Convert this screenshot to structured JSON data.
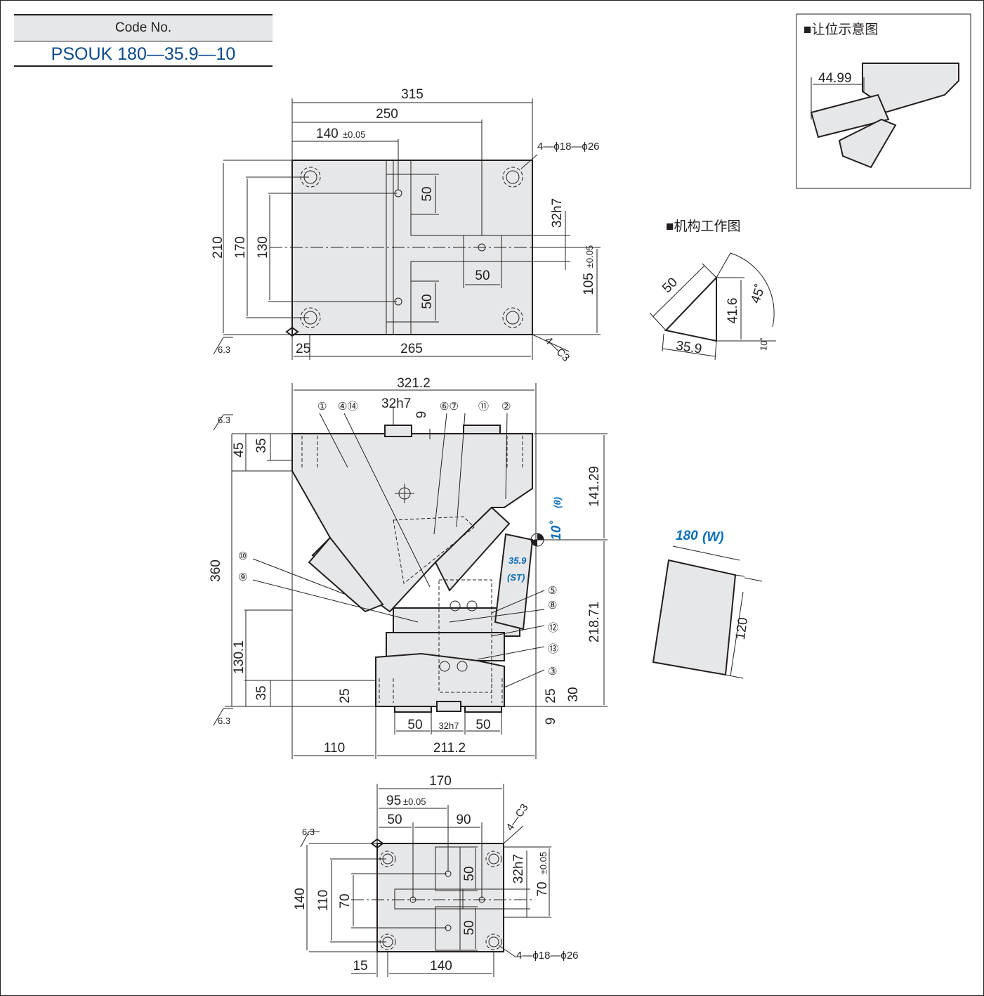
{
  "code_box": {
    "label": "Code No.",
    "value": "PSOUK 180—35.9—10"
  },
  "legends": {
    "clearance_title": "■让位示意图",
    "mechanism_title": "■机构工作图"
  },
  "top_view": {
    "dims": {
      "d315": "315",
      "d250": "250",
      "d140": "140",
      "tol005": "±0.05",
      "holes": "4—ϕ18—ϕ26",
      "d210": "210",
      "d170": "170",
      "d130": "130",
      "d50a": "50",
      "d50b": "50",
      "d50c": "50",
      "d32h7": "32h7",
      "d105": "105",
      "d105tol": "±0.05",
      "d25": "25",
      "d265": "265",
      "chamfer": "4—C3",
      "rough": "6.3"
    }
  },
  "front_view": {
    "dims": {
      "d321": "321.2",
      "d32h7": "32h7",
      "d9": "9",
      "d45": "45",
      "d35": "35",
      "d360": "360",
      "d141": "141.29",
      "d218": "218.71",
      "d130": "130.1",
      "d35b": "35",
      "d25": "25",
      "d25b": "25",
      "d30": "30",
      "d50a": "50",
      "d32h7b": "32h7",
      "d50b": "50",
      "d9b": "9",
      "d110": "110",
      "d211": "211.2",
      "angle": "10˚",
      "theta": "(θ)",
      "stroke": "35.9",
      "st": "(ST)"
    },
    "callouts": {
      "c1": "①",
      "c4": "④⑭",
      "c6": "⑥⑦",
      "c11": "⑪",
      "c2": "②",
      "c10": "⑩",
      "c9": "⑨",
      "c5": "⑤",
      "c8": "⑧",
      "c12": "⑫",
      "c13": "⑬",
      "c3": "③"
    }
  },
  "bottom_view": {
    "dims": {
      "d170": "170",
      "d95": "95",
      "tol": "±0.05",
      "d50": "50",
      "d90": "90",
      "chamfer": "4—C3",
      "d32h7": "32h7",
      "d70": "70",
      "d70tol": "±0.05",
      "d140": "140",
      "d110": "110",
      "d70b": "70",
      "d50a": "50",
      "d50b": "50",
      "holes": "4—ϕ18—ϕ26",
      "d15": "15",
      "d140b": "140"
    }
  },
  "clearance": {
    "d4499": "44.99"
  },
  "mechanism": {
    "d50": "50",
    "d416": "41.6",
    "d45": "45˚",
    "d359": "35.9",
    "d10": "10˚"
  },
  "width_box": {
    "w": "180",
    "wlabel": "(W)",
    "h": "120"
  }
}
